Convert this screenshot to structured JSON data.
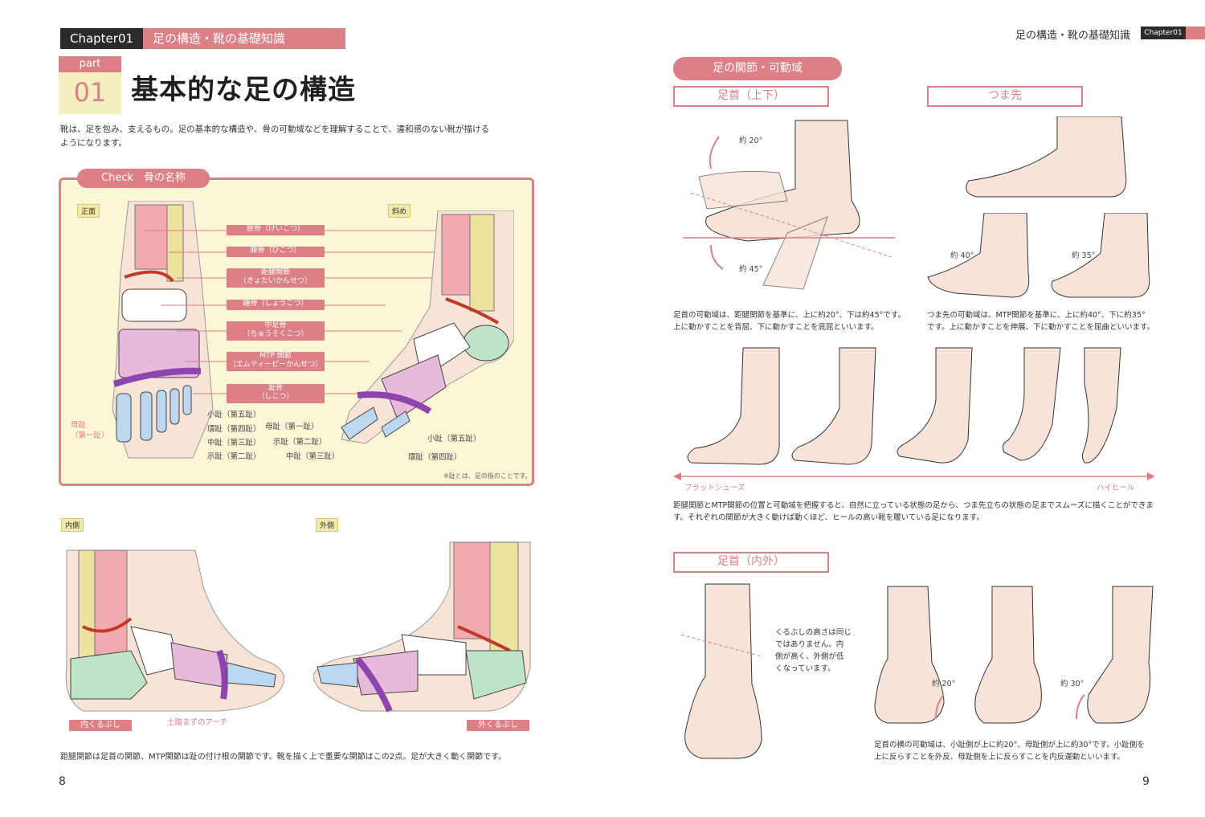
{
  "left_page": {
    "chapter_label": "Chapter01",
    "chapter_title": "足の構造・靴の基礎知識",
    "part_label": "part",
    "part_number": "01",
    "title": "基本的な足の構造",
    "intro_line1": "靴は、足を包み、支えるもの。足の基本的な構造や、骨の可動域などを理解することで、違和感のない靴が描ける",
    "intro_line2": "ようになります。",
    "check_title": "Check　骨の名称",
    "front_tag": "正面",
    "oblique_tag": "斜め",
    "bone_labels": [
      "脛骨（けいこつ）",
      "腓骨（ひこつ）",
      "距腿関節",
      "（きょたいかんせつ）",
      "踵骨（しょうこつ）",
      "中足骨",
      "（ちゅうそくこつ）",
      "MTP 関節",
      "（エムティーピーかんせつ）",
      "趾骨",
      "（しこつ）"
    ],
    "toe_labels_front": {
      "big": "母趾",
      "big_sub": "（第一趾）",
      "little": "小趾（第五趾）",
      "fourth": "環趾（第四趾）",
      "third": "中趾（第三趾）",
      "second": "示趾（第二趾）"
    },
    "toe_labels_oblique": {
      "big": "母趾（第一趾）",
      "second": "示趾（第二趾）",
      "third": "中趾（第三趾）",
      "little": "小趾（第五趾）",
      "fourth": "環趾（第四趾）"
    },
    "check_note": "※趾とは、足の指のことです。",
    "inner_tag": "内側",
    "outer_tag": "外側",
    "inner_ankle": "内くるぶし",
    "outer_ankle": "外くるぶし",
    "arch_label": "土踏まずのアーチ",
    "footer_text": "距腿関節は足首の関節、MTP関節は趾の付け根の関節です。靴を描く上で重要な関節はこの2点。足が大きく動く関節です。",
    "page_number": "8"
  },
  "right_page": {
    "running_title": "足の構造・靴の基礎知識",
    "chapter_label": "Chapter01",
    "section_title": "足の関節・可動域",
    "ankle_ud_label": "足首（上下）",
    "toe_label": "つま先",
    "ankle_up": "約 20°",
    "ankle_down": "約 45°",
    "toe_up": "約 40°",
    "toe_down": "約 35°",
    "ankle_text1": "足首の可動域は、距腿関節を基準に、上に約20°、下は約45°です。",
    "ankle_text2": "上に動かすことを背屈、下に動かすことを底屈といいます。",
    "toe_text1": "つま先の可動域は、MTP関節を基準に、上に約40°、下に約35°",
    "toe_text2": "です。上に動かすことを伸展、下に動かすことを屈曲といいます。",
    "flat_label": "フラットシューズ",
    "heel_label": "ハイヒール",
    "range_text1": "距腿関節とMTP関節の位置と可動域を把握すると、自然に立っている状態の足から、つま先立ちの状態の足までスムーズに描くことができま",
    "range_text2": "す。それぞれの関節が大きく動けば動くほど、ヒールの高い靴を履いている足になります。",
    "ankle_io_label": "足首（内外）",
    "ankle_note": [
      "くるぶしの高さは同じ",
      "ではありません。内",
      "側が高く、外側が低",
      "くなっています。"
    ],
    "side_left": "約 20°",
    "side_right": "約 30°",
    "side_text1": "足首の横の可動域は、小趾側が上に約20°、母趾側が上に約30°です。小趾側を",
    "side_text2": "上に反らすことを外反、母趾側を上に反らすことを内反運動といいます。",
    "page_number": "9"
  }
}
